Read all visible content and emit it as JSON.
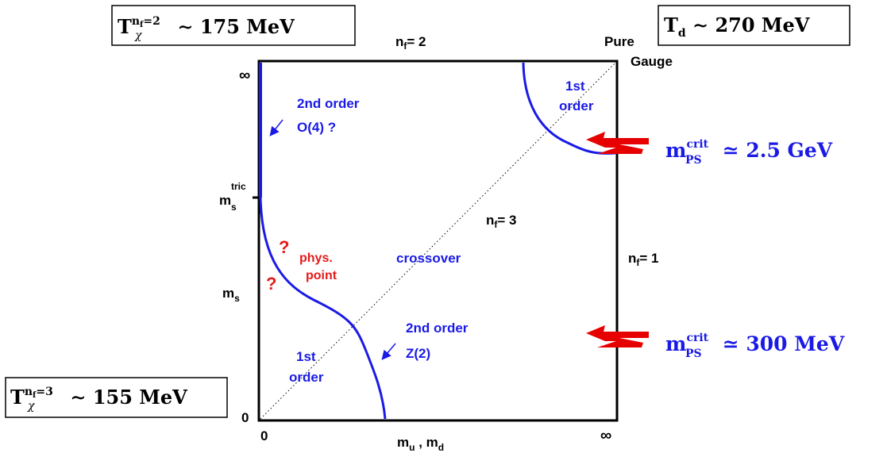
{
  "colors": {
    "frame": "#000000",
    "curve": "#1a1ae6",
    "label_blue": "#1a1ae6",
    "label_red": "#e61a1a",
    "arrow_red": "#e60000",
    "formula_blue": "#1a1ae6"
  },
  "boxes": {
    "tc_nf2": {
      "T": "T",
      "sup_base": "n",
      "sup_sub": "f",
      "sup_eq": "=2",
      "sub": "χ",
      "rest": " ∼ 175 MeV"
    },
    "td": {
      "T": "T",
      "sub": "d",
      "rest": " ∼ 270 MeV"
    },
    "tc_nf3": {
      "T": "T",
      "sup_base": "n",
      "sup_sub": "f",
      "sup_eq": "=3",
      "sub": "χ",
      "rest": " ∼ 155 MeV"
    }
  },
  "edge_labels": {
    "top_nf": {
      "base": "n",
      "sub": "f",
      "eq": "= 2"
    },
    "pure": "Pure",
    "gauge": "Gauge",
    "diag_nf": {
      "base": "n",
      "sub": "f",
      "eq": "= 3"
    },
    "right_nf": {
      "base": "n",
      "sub": "f",
      "eq": "= 1"
    }
  },
  "axes": {
    "y_infinity": "∞",
    "y_ms_tric": {
      "base": "m",
      "sub": "s",
      "sup": "tric"
    },
    "y_ms": {
      "base": "m",
      "sub": "s"
    },
    "y_zero": "0",
    "x_zero": "0",
    "x_infinity": "∞",
    "x_label": {
      "m1": "m",
      "s1": "u",
      "sep": " , ",
      "m2": "m",
      "s2": "d"
    }
  },
  "regions": {
    "second_order_top": [
      "2nd order",
      "O(4) ?"
    ],
    "first_order_top": [
      "1st",
      "order"
    ],
    "crossover": "crossover",
    "phys_point": [
      "phys.",
      "point"
    ],
    "question": "?",
    "second_order_bottom": [
      "2nd order",
      "Z(2)"
    ],
    "first_order_bottom": [
      "1st",
      "order"
    ]
  },
  "formulas": {
    "top": {
      "m": "m",
      "sup": "crit",
      "sub": "PS",
      "rest": " ≃ 2.5 GeV"
    },
    "bottom": {
      "m": "m",
      "sup": "crit",
      "sub": "PS",
      "rest": " ≃ 300 MeV"
    }
  }
}
